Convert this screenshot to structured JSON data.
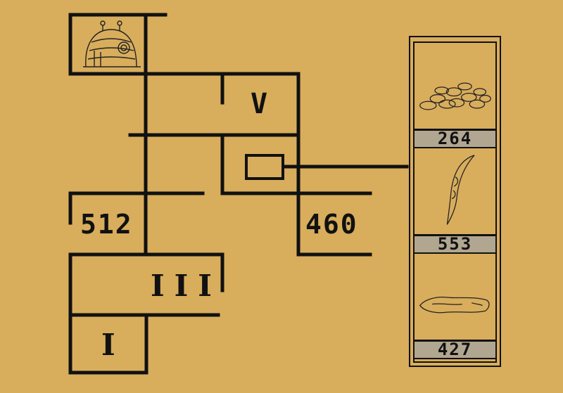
{
  "map": {
    "rooms": [
      {
        "id": "room-v",
        "label": "V"
      },
      {
        "id": "room-512",
        "label": "512"
      },
      {
        "id": "room-460",
        "label": "460"
      },
      {
        "id": "room-iii",
        "label": "III"
      },
      {
        "id": "room-i",
        "label": "I"
      }
    ],
    "icons": {
      "building": "domed-building-icon",
      "marker": "selected-room-marker"
    }
  },
  "inventory": {
    "slots": [
      {
        "item": "stones-icon",
        "count": "264"
      },
      {
        "item": "feather-quill-icon",
        "count": "553"
      },
      {
        "item": "cloth-hide-icon",
        "count": "427"
      }
    ]
  },
  "colors": {
    "background": "#d8ad5c",
    "lines": "#111111",
    "count_bar": "#b1a690"
  }
}
